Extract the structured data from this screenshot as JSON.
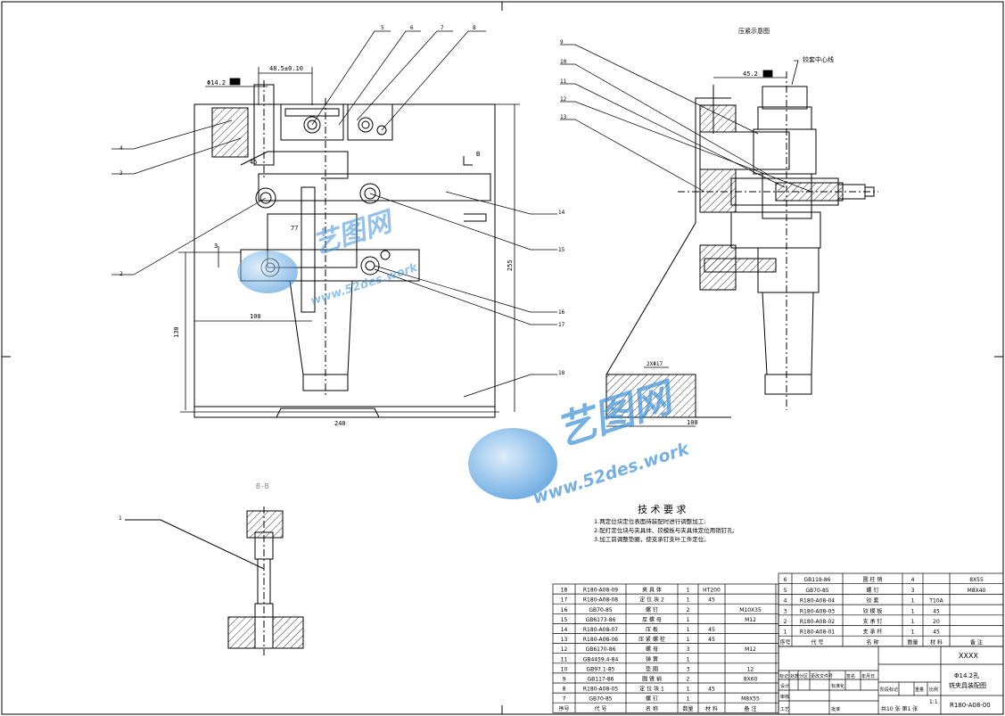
{
  "labels": {
    "main_callouts": [
      "5",
      "6",
      "7",
      "8",
      "4",
      "3",
      "2"
    ],
    "right_callouts": [
      "14",
      "15",
      "16",
      "17",
      "18"
    ],
    "side_callouts": [
      "9",
      "10",
      "11",
      "12",
      "13"
    ],
    "section_callout": "1"
  },
  "dimensions": {
    "hole_dia": "Φ14.2",
    "offset": "48.5±0.10",
    "width_240": "240",
    "dim_100": "100",
    "dim_130": "130",
    "dim_255": "255",
    "dim_3": "3",
    "dim_77": "77",
    "dim_45": "45",
    "side_45": "45.2",
    "side_100": "100",
    "side_2x": "2XΦ17",
    "section_b": "B"
  },
  "titles": {
    "side_view": "压紧示意图",
    "centerline": "铰套中心线",
    "section_view": "B-B"
  },
  "tech": {
    "title": "技 术 要 求",
    "items": [
      "1.两定位块定位表面待装配时进行调整加工;",
      "2.配打定位块与夹具体、铰模板与夹具体定位用销钉孔;",
      "3.加工前调整垫圈，使支承钉支叶工件定位。"
    ]
  },
  "bom_left": {
    "rows": [
      [
        "18",
        "R180-A08-09",
        "夹 具 体",
        "1",
        "HT200",
        "",
        ""
      ],
      [
        "17",
        "R180-A08-08",
        "定 位 块 2",
        "1",
        "45",
        "",
        ""
      ],
      [
        "16",
        "GB70-85",
        "螺 钉",
        "2",
        "",
        "M10X35",
        ""
      ],
      [
        "15",
        "GB6173-86",
        "厚 螺 母",
        "1",
        "",
        "M12",
        ""
      ],
      [
        "14",
        "R180-A08-07",
        "压 板",
        "1",
        "45",
        "",
        ""
      ],
      [
        "13",
        "R180-A08-06",
        "压 紧 螺 栓",
        "1",
        "45",
        "",
        ""
      ],
      [
        "12",
        "GB6170-86",
        "螺 母",
        "3",
        "",
        "M12",
        ""
      ],
      [
        "11",
        "GB4459.4-84",
        "弹 簧",
        "1",
        "",
        "",
        ""
      ],
      [
        "10",
        "GB97.1-85",
        "垫 圈",
        "3",
        "",
        "12",
        ""
      ],
      [
        "9",
        "GB117-86",
        "圆 锥 销",
        "2",
        "",
        "8X60",
        ""
      ],
      [
        "8",
        "R180-A08-05",
        "定 位 块 1",
        "1",
        "45",
        "",
        ""
      ],
      [
        "7",
        "GB70-85",
        "螺 钉",
        "1",
        "",
        "M8X55",
        ""
      ]
    ],
    "header": [
      "序号",
      "代    号",
      "名    称",
      "数量",
      "材  料",
      "备    注",
      ""
    ]
  },
  "bom_right": {
    "rows": [
      [
        "6",
        "GB119-86",
        "圆 柱 销",
        "4",
        "",
        "8X55"
      ],
      [
        "5",
        "GB70-85",
        "螺 钉",
        "3",
        "",
        "M8X40"
      ],
      [
        "4",
        "R180-A08-04",
        "铰 套",
        "1",
        "T10A",
        ""
      ],
      [
        "3",
        "R180-A08-03",
        "铰 模 板",
        "1",
        "45",
        ""
      ],
      [
        "2",
        "R180-A08-02",
        "支 承 钉",
        "1",
        "20",
        ""
      ],
      [
        "1",
        "R180-A08-01",
        "支 承 杆",
        "1",
        "45",
        ""
      ]
    ],
    "header": [
      "序号",
      "代    号",
      "名    称",
      "数量",
      "材  料",
      "备    注"
    ]
  },
  "titleblock": {
    "company": "XXXX",
    "drawing_title_1": "Φ14.2孔",
    "drawing_title_2": "铣夹具装配图",
    "drawing_no": "R180-A08-00",
    "scale_label": "比例",
    "scale": "1:1",
    "weight_label": "重量",
    "stage_label": "阶段标记",
    "sheets": "共10 张  第1 张",
    "rev_headers": [
      "标记",
      "处数",
      "分区",
      "更改文件号",
      "签名",
      "年月日"
    ],
    "role_design": "设计",
    "role_check": "审核",
    "role_craft": "工艺",
    "role_std": "标准化",
    "role_approve": "批准"
  },
  "watermark": {
    "logo_text": "艺图网",
    "url_text": "www.52des.work"
  },
  "colors": {
    "line": "#000000",
    "hatch": "#333333",
    "watermark_blue": "#3b8fd8",
    "watermark_light": "#9fcaf0"
  }
}
